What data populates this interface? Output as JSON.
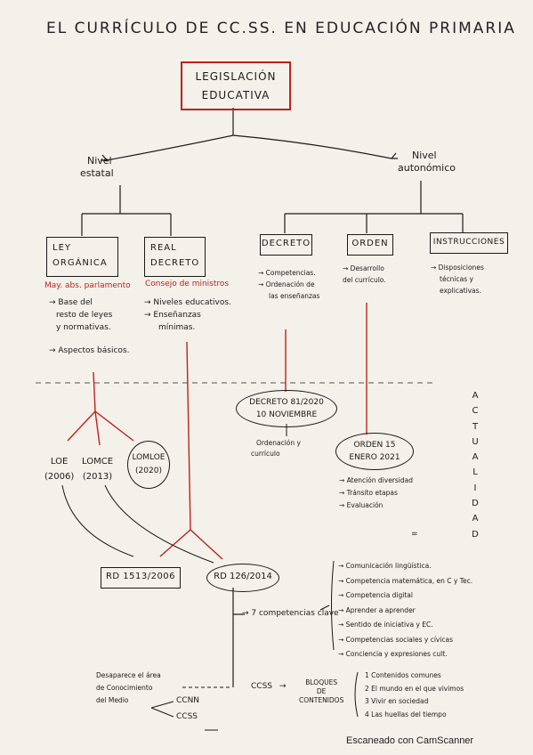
{
  "title": "EL CURRÍCULO DE CC.SS. EN EDUCACIÓN PRIMARIA",
  "root": {
    "line1": "LEGISLACIÓN",
    "line2": "EDUCATIVA"
  },
  "levels": {
    "estatal": {
      "l1": "Nivel",
      "l2": "estatal"
    },
    "autonomico": {
      "l1": "Nivel",
      "l2": "autonómico"
    }
  },
  "ley": {
    "line1": "LEY",
    "line2": "ORGÁNICA",
    "note": "May. abs. parlamento",
    "items": [
      "→ Base del",
      "resto de leyes",
      "y normativas.",
      "→ Aspectos básicos."
    ]
  },
  "real_decreto": {
    "line1": "REAL",
    "line2": "DECRETO",
    "note": "Consejo de ministros",
    "items": [
      "→ Niveles educativos.",
      "→ Enseñanzas",
      "mínimas."
    ]
  },
  "decreto": {
    "label": "DECRETO",
    "items": [
      "→ Competencias.",
      "→ Ordenación de",
      "las enseñanzas"
    ]
  },
  "orden": {
    "label": "ORDEN",
    "items": [
      "→ Desarrollo",
      "del currículo."
    ]
  },
  "instrucciones": {
    "label": "INSTRUCCIONES",
    "items": [
      "→ Disposiciones",
      "técnicas y",
      "explicativas."
    ]
  },
  "decreto_81": {
    "line1": "DECRETO 81/2020",
    "line2": "10 NOVIEMBRE",
    "caption": [
      "Ordenación y",
      "currículo"
    ]
  },
  "orden_15": {
    "line1": "ORDEN 15",
    "line2": "ENERO 2021",
    "items": [
      "→ Atención diversidad",
      "→ Tránsito etapas",
      "→ Evaluación"
    ]
  },
  "actualidad": [
    "A",
    "C",
    "T",
    "U",
    "A",
    "L",
    "I",
    "D",
    "A",
    "D"
  ],
  "laws": [
    {
      "name": "LOE",
      "year": "(2006)"
    },
    {
      "name": "LOMCE",
      "year": "(2013)"
    },
    {
      "name": "LOMLOE",
      "year": "(2020)"
    }
  ],
  "rd_old": "RD 1513/2006",
  "rd_new": "RD 126/2014",
  "competencias_label": "→ 7 competencias clave",
  "competencias": [
    "→ Comunicación lingüística.",
    "→ Competencia matemática, en C y Tec.",
    "→ Competencia digital",
    "→ Aprender a aprender",
    "→ Sentido de iniciativa y EC.",
    "→ Competencias sociales y cívicas",
    "→ Conciencia y expresiones cult."
  ],
  "area_note": [
    "Desaparece el área",
    "de Conocimiento",
    "del Medio"
  ],
  "ccnn": "CCNN",
  "ccss_small": "CCSS",
  "ccss": "← CCSS → BLOQUES",
  "bloques": [
    "BLOQUES",
    "DE",
    "CONTENIDOS"
  ],
  "ccss_label": "CCSS",
  "contenidos": [
    "1  Contenidos comunes",
    "2  El mundo en el que vivimos",
    "3  Vivir en sociedad",
    "4  Las huellas del tiempo"
  ],
  "footer": "Escaneado con CamScanner"
}
